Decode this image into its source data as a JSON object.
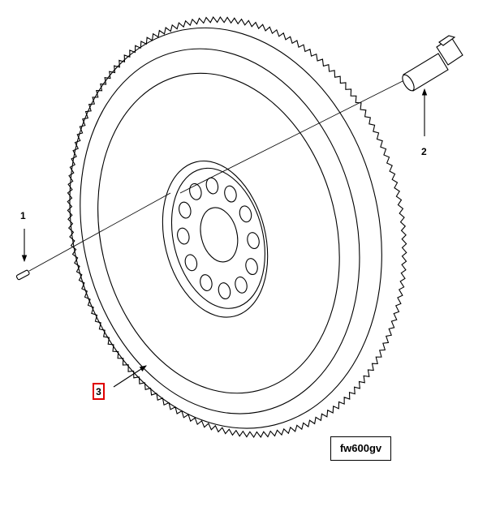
{
  "callouts": {
    "dowel_pin": "1",
    "bolt": "2",
    "flywheel": "3"
  },
  "figure_id": "fw600gv",
  "colors": {
    "highlight": "#e00000",
    "line": "#000000"
  }
}
